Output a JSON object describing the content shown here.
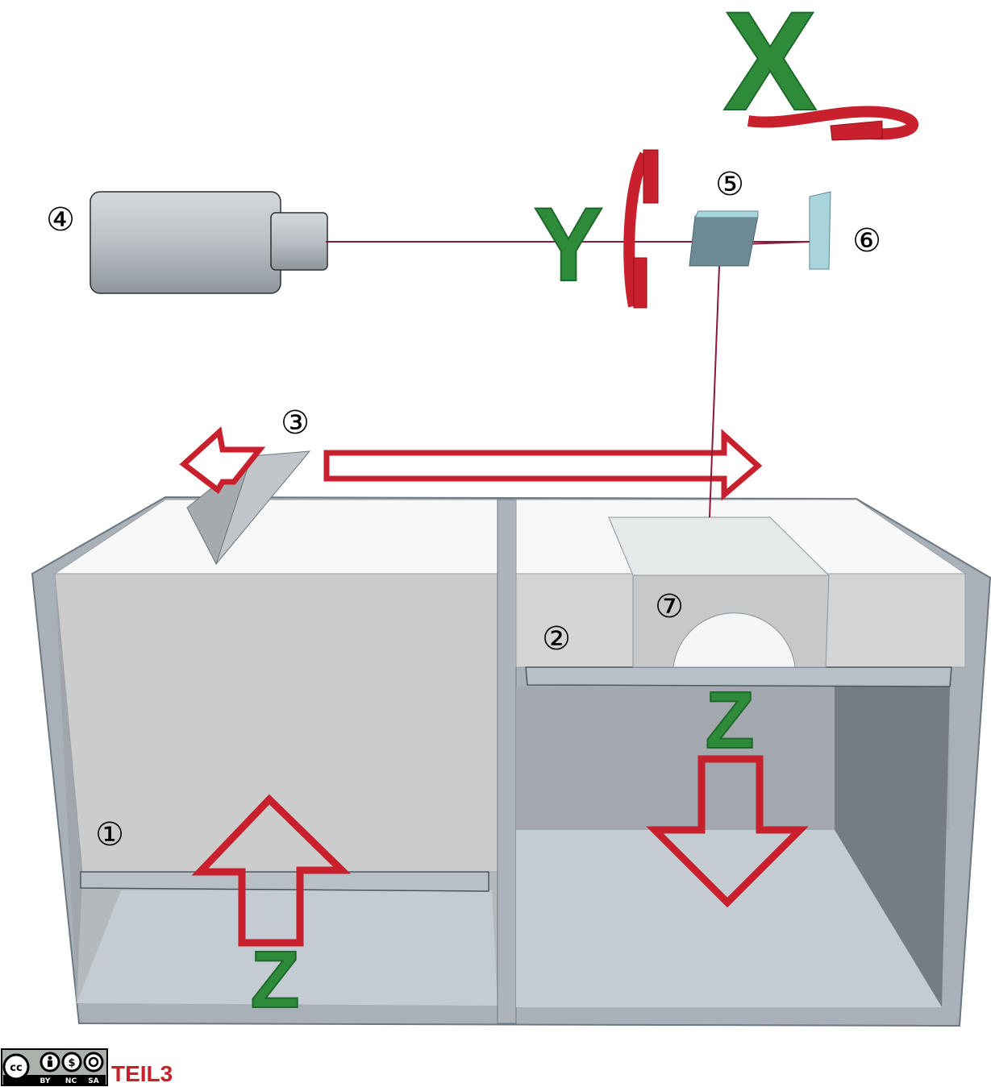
{
  "markers": {
    "m1": "①",
    "m2": "②",
    "m3": "③",
    "m4": "④",
    "m5": "⑤",
    "m6": "⑥",
    "m7": "⑦"
  },
  "axes": {
    "x": "X",
    "y": "Y",
    "z_left": "Z",
    "z_right": "Z"
  },
  "license": {
    "cc": "cc",
    "by": "BY",
    "nc": "NC",
    "sa": "SA"
  },
  "brand": {
    "text": "TEIL3"
  },
  "colors": {
    "axis_green": "#2e8b3a",
    "arrow_red": "#c8202c",
    "laser": "#8b1a3a",
    "box_grey": "#a9b1b8",
    "powder": "#cfcfcf",
    "mirror": "#a8d4dc"
  }
}
